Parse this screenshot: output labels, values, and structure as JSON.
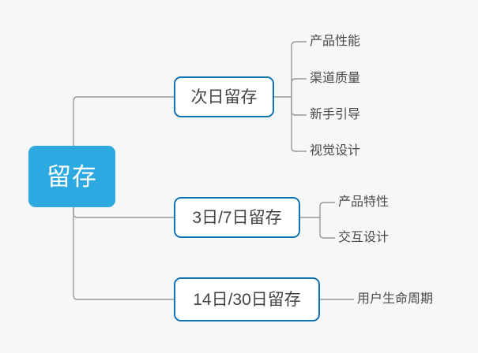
{
  "diagram": {
    "type": "mind-map",
    "background_color": "#f7f7f7",
    "root": {
      "label": "留存",
      "fill_color": "#2ca9e1",
      "text_color": "#ffffff"
    },
    "connector_color": "#9a9a9a",
    "branch_border_color": "#1073b4",
    "branch_text_color": "#434343",
    "leaf_text_color": "#4a4a4a",
    "branches": [
      {
        "label": "次日留存",
        "leaves": [
          {
            "label": "产品性能"
          },
          {
            "label": "渠道质量"
          },
          {
            "label": "新手引导"
          },
          {
            "label": "视觉设计"
          }
        ]
      },
      {
        "label": "3日/7日留存",
        "leaves": [
          {
            "label": "产品特性"
          },
          {
            "label": "交互设计"
          }
        ]
      },
      {
        "label": "14日/30日留存",
        "leaves": [
          {
            "label": "用户生命周期"
          }
        ]
      }
    ]
  }
}
